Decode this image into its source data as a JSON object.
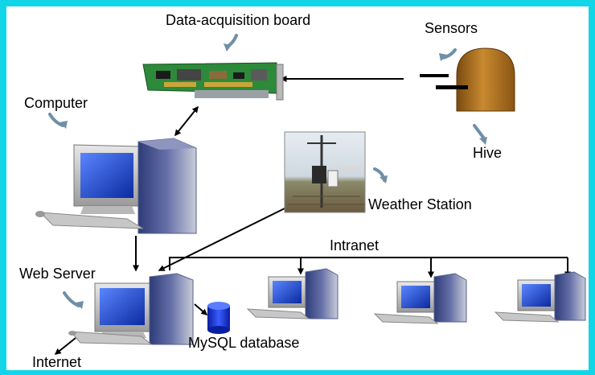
{
  "colors": {
    "frame_border": "#10d6e8",
    "background": "#ffffff",
    "monitor_screen": "#1238b8",
    "tower": "#3a4a86",
    "hive": "#a86a18",
    "database": "#1430e0",
    "pcb": "#2c8a3a",
    "arrow": "#000000",
    "curly_arrow": "#6f8fa8"
  },
  "labels": {
    "daq_board": "Data-acquisition board",
    "sensors": "Sensors",
    "computer": "Computer",
    "hive": "Hive",
    "weather_station": "Weather Station",
    "intranet": "Intranet",
    "web_server": "Web Server",
    "mysql_database": "MySQL database",
    "internet": "Internet"
  },
  "icons": [
    "curly-arrow-icon",
    "pcb-icon",
    "hive-icon",
    "sensor-probe-icon",
    "computer-icon",
    "weather-station-photo",
    "server-computer-icon",
    "database-cylinder-icon",
    "client-computer-icon"
  ]
}
